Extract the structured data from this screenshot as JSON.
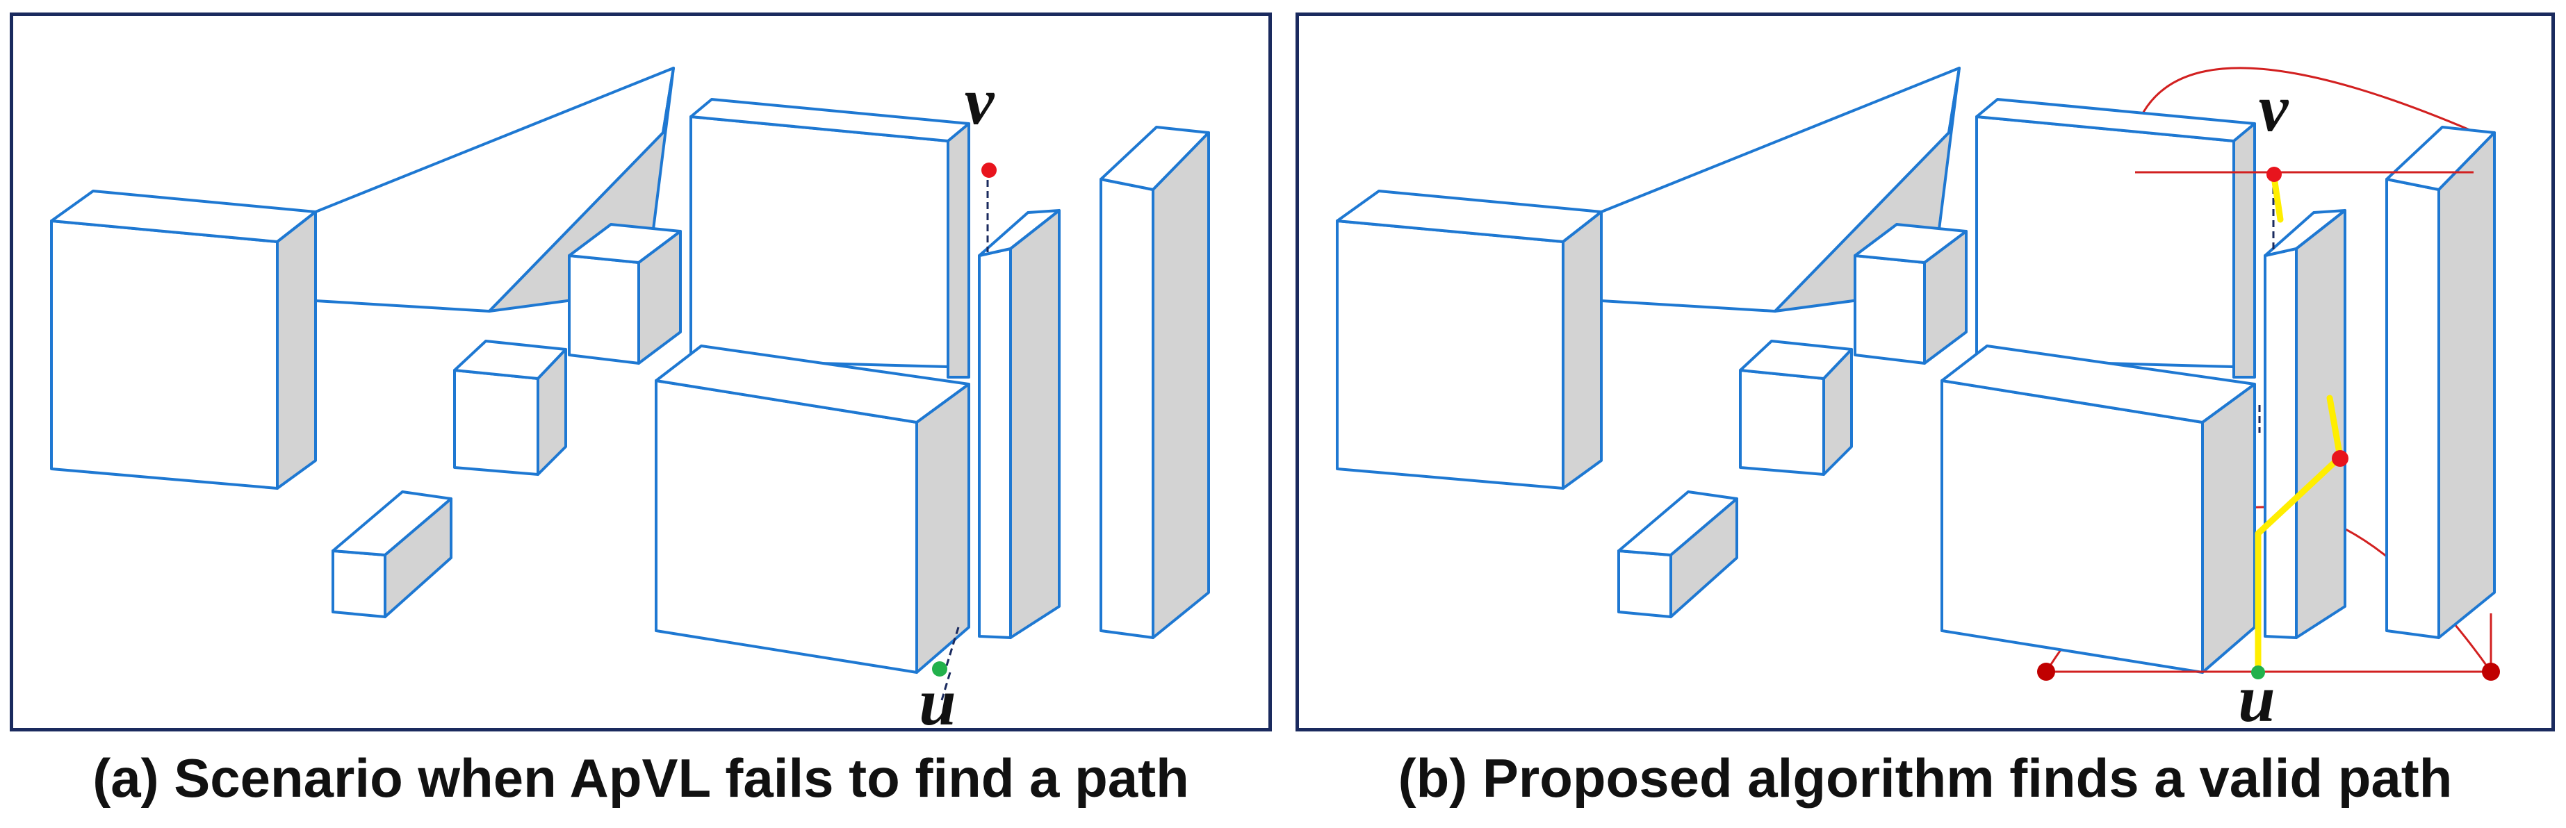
{
  "panels": [
    {
      "caption": "(a) Scenario when ApVL fails to find a path",
      "top_node": "v",
      "bottom_node": "u"
    },
    {
      "caption": "(b) Proposed algorithm finds a valid path",
      "top_node": "v",
      "bottom_node": "u"
    }
  ],
  "colors": {
    "box_edge": "#1e78d2",
    "box_side": "#d3d3d3",
    "frame": "#1a2a5e",
    "start_node": "#22b14c",
    "end_node": "#e8141d",
    "path_nodes": "#c00000",
    "arcs": "#d22020",
    "path": "#ffee00"
  }
}
